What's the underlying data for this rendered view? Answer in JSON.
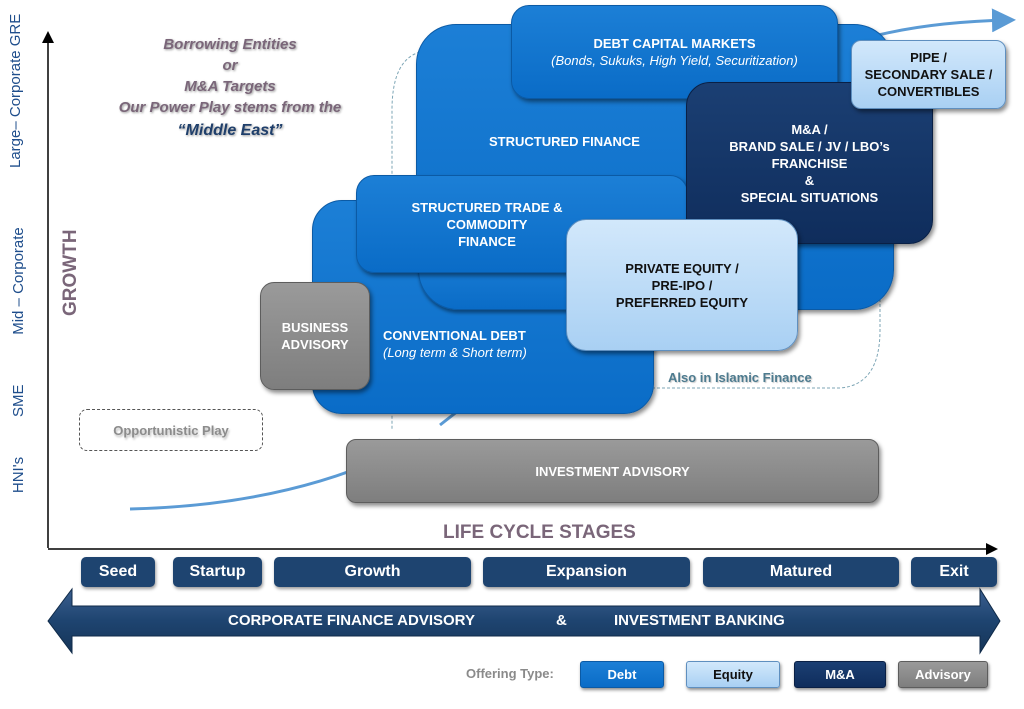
{
  "colors": {
    "debt": "#0a6cc7",
    "equity": "#b3d7f5",
    "mna": "#12305f",
    "advisory": "#888888",
    "stage": "#1e4470",
    "axis_label": "#1f4e8c",
    "title_purple": "#7a6679",
    "curve": "#5b9bd5"
  },
  "y_axis": {
    "segments": [
      "Large– Corporate GRE",
      "Mid – Corporate",
      "SME",
      "HNI's"
    ],
    "title": "GROWTH"
  },
  "x_axis": {
    "title": "LIFE CYCLE STAGES",
    "stages": [
      "Seed",
      "Startup",
      "Growth",
      "Expansion",
      "Matured",
      "Exit"
    ]
  },
  "tagline": {
    "lines": [
      "Borrowing Entities",
      "or",
      "M&A Targets",
      "Our Power Play stems from the"
    ],
    "highlight": "“Middle East”"
  },
  "offerings": {
    "debt_capital_markets": {
      "title": "DEBT CAPITAL MARKETS",
      "subtitle": "(Bonds, Sukuks, High Yield, Securitization)",
      "type": "Debt"
    },
    "structured_finance": {
      "title": "STRUCTURED FINANCE",
      "type": "Debt"
    },
    "structured_trade": {
      "title": "STRUCTURED TRADE & COMMODITY FINANCE",
      "lines": [
        "STRUCTURED TRADE &",
        "COMMODITY",
        "FINANCE"
      ],
      "type": "Debt"
    },
    "conventional_debt": {
      "title": "CONVENTIONAL DEBT",
      "subtitle": "(Long term & Short term)",
      "type": "Debt"
    },
    "business_advisory": {
      "lines": [
        "BUSINESS",
        "ADVISORY"
      ],
      "type": "Advisory"
    },
    "private_equity": {
      "lines": [
        "PRIVATE EQUITY /",
        "PRE-IPO /",
        "PREFERRED EQUITY"
      ],
      "type": "Equity"
    },
    "mna": {
      "lines": [
        "M&A /",
        "BRAND SALE / JV / LBO’s",
        "FRANCHISE",
        "&",
        "SPECIAL SITUATIONS"
      ],
      "type": "M&A"
    },
    "pipe": {
      "lines": [
        "PIPE /",
        "SECONDARY SALE /",
        "CONVERTIBLES"
      ],
      "type": "Equity"
    },
    "investment_advisory": {
      "title": "INVESTMENT ADVISORY",
      "type": "Advisory"
    }
  },
  "notes": {
    "opportunistic_play": "Opportunistic Play",
    "islamic_finance": "Also in Islamic Finance"
  },
  "banner": {
    "left": "CORPORATE FINANCE ADVISORY",
    "amp": "&",
    "right": "INVESTMENT BANKING"
  },
  "legend": {
    "label": "Offering Type:",
    "items": [
      "Debt",
      "Equity",
      "M&A",
      "Advisory"
    ]
  }
}
